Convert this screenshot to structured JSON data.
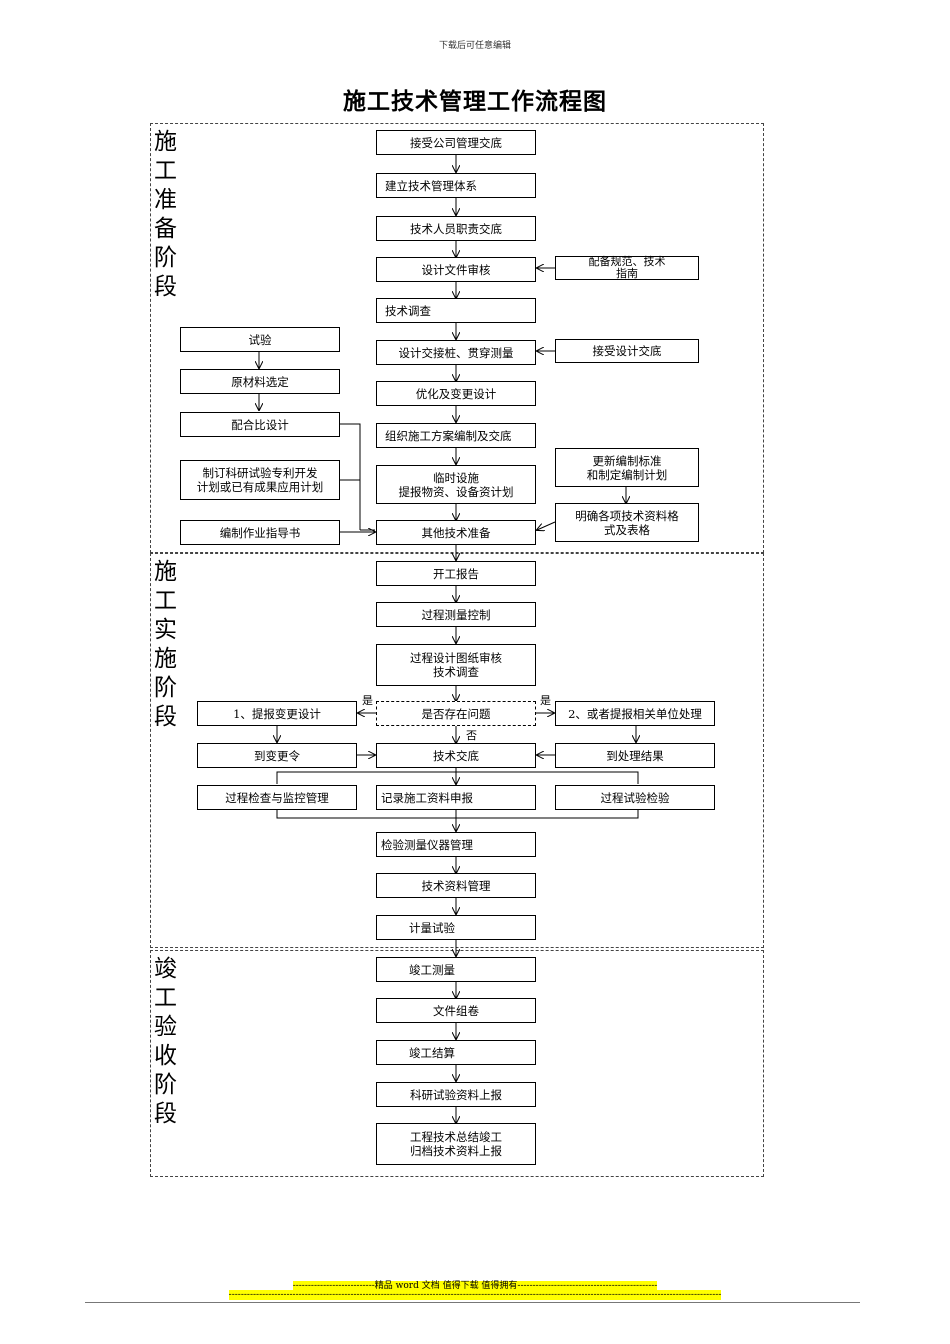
{
  "header_note": "下载后可任意编辑",
  "title": "施工技术管理工作流程图",
  "stages": {
    "prep": "施\n工\n准\n备\n阶\n段",
    "impl": "施\n工\n实\n施\n阶\n段",
    "accept": "竣\n工\n验\n收\n阶\n段"
  },
  "boxes": {
    "b1": "接受公司管理交底",
    "b2": "建立技术管理体系",
    "b3": "技术人员职责交底",
    "b4": "设计文件审核",
    "b4r": "配备规范、技术\n指南",
    "b5": "技术调查",
    "b6": "设计交接桩、贯穿测量",
    "b6r": "接受设计交底",
    "l1": "试验",
    "l2": "原材料选定",
    "l3": "配合比设计",
    "l4": "制订科研试验专利开发\n计划或已有成果应用计划",
    "l5": "编制作业指导书",
    "b7": "优化及变更设计",
    "b8": "组织施工方案编制及交底",
    "b9": "临时设施\n提报物资、设备资计划",
    "r9": "更新编制标准\n和制定编制计划",
    "r10": "明确各项技术资料格\n式及表格",
    "b10": "其他技术准备",
    "c1": "开工报告",
    "c2": "过程测量控制",
    "c3": "过程设计图纸审核\n技术调查",
    "c4": "是否存在问题",
    "c4l": "1、提报变更设计",
    "c4r": "2、或者提报相关单位处理",
    "c5l": "到变更令",
    "c5": "技术交底",
    "c5r": "到处理结果",
    "c6l": "过程检查与监控管理",
    "c6": "记录施工资料申报",
    "c6r": "过程试验检验",
    "c7": "检验测量仪器管理",
    "c8": "技术资料管理",
    "c9": "计量试验",
    "d1": "竣工测量",
    "d2": "文件组卷",
    "d3": "竣工结算",
    "d4": "科研试验资料上报",
    "d5": "工程技术总结竣工\n归档技术资料上报"
  },
  "labels": {
    "yes_left": "是",
    "yes_right": "是",
    "no": "否"
  },
  "footer": {
    "line1": "---------------------------精品 word 文档 值得下载 值得拥有----------------------------------------------",
    "line2": "------------------------------------------------------------------------------------------------------------------------------------------------------------------"
  }
}
